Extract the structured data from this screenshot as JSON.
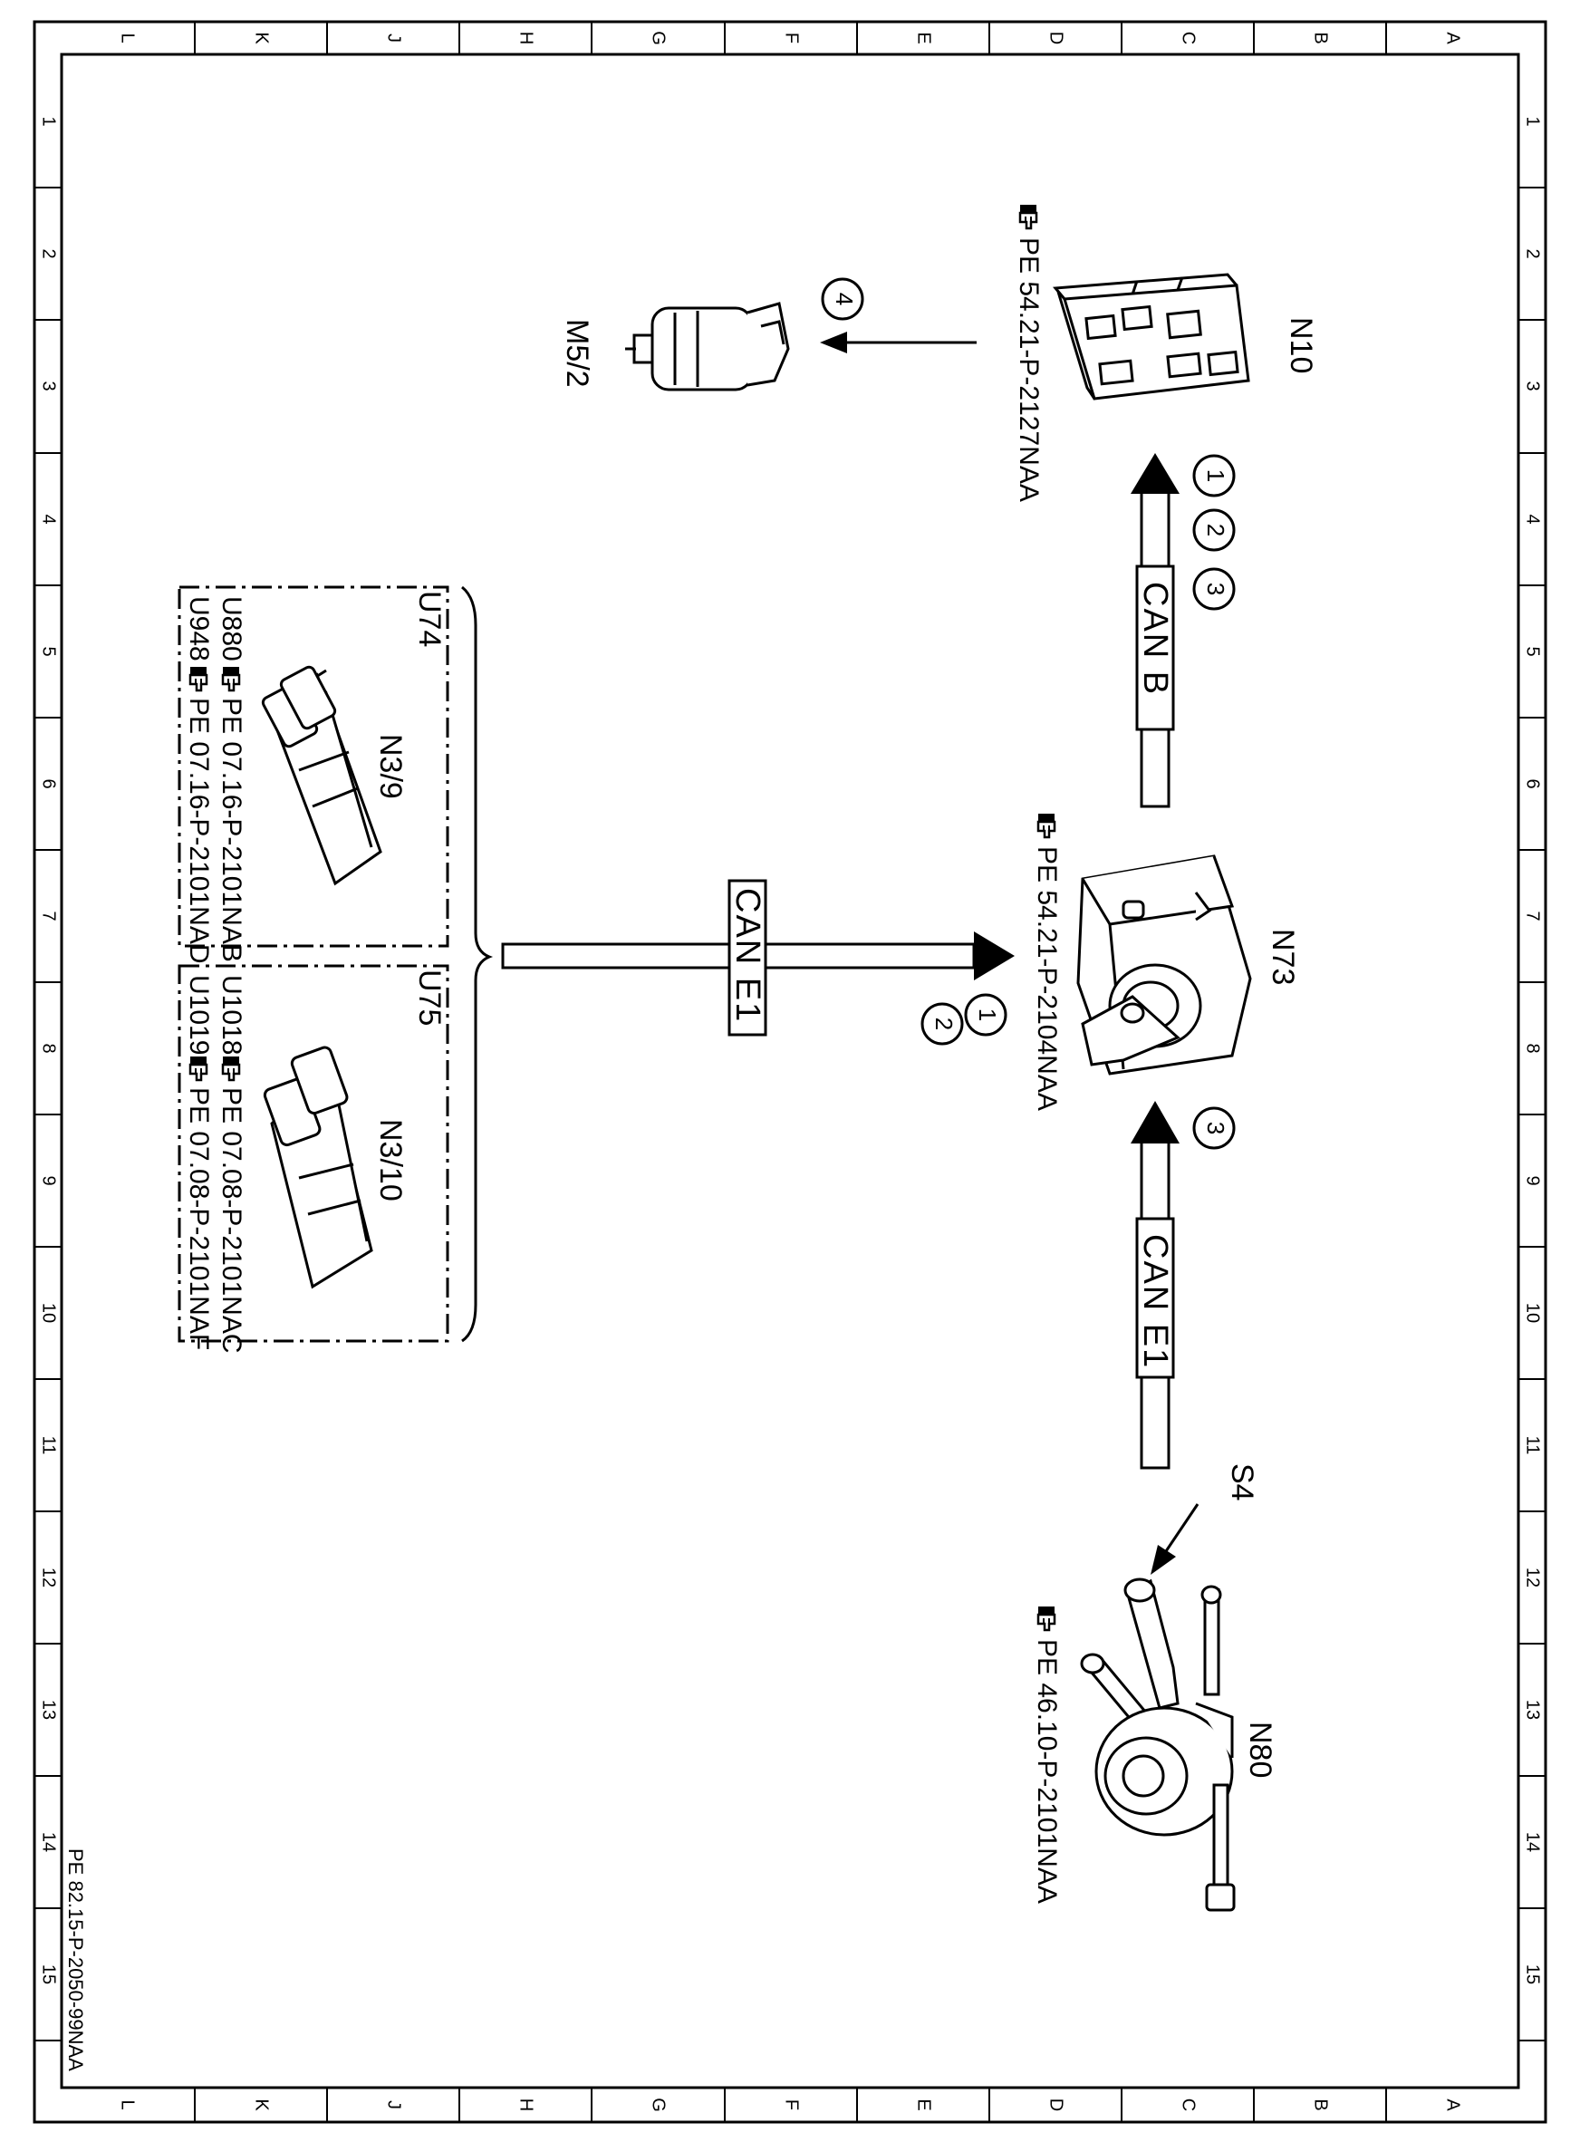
{
  "drawing": {
    "doc_id": "PE 82.15-P-2050-99NAA",
    "border_letters": [
      "L",
      "K",
      "J",
      "H",
      "G",
      "F",
      "E",
      "D",
      "C",
      "B",
      "A"
    ],
    "border_numbers": [
      "1",
      "2",
      "3",
      "4",
      "5",
      "6",
      "7",
      "8",
      "9",
      "10",
      "11",
      "12",
      "13",
      "14",
      "15"
    ]
  },
  "components": {
    "n10": {
      "label": "N10",
      "ref": "PE 54.21-P-2127NAA"
    },
    "m5_2": {
      "label": "M5/2"
    },
    "n73": {
      "label": "N73",
      "ref": "PE 54.21-P-2104NAA"
    },
    "n80": {
      "label": "N80",
      "ref": "PE 46.10-P-2101NAA"
    },
    "s4": {
      "label": "S4"
    },
    "n3_9": {
      "label": "N3/9"
    },
    "n3_10": {
      "label": "N3/10"
    },
    "u74": {
      "label": "U74",
      "lines": [
        {
          "code": "U880",
          "ref": "PE 07.16-P-2101NAB"
        },
        {
          "code": "U948",
          "ref": "PE 07.16-P-2101NAD"
        }
      ]
    },
    "u75": {
      "label": "U75",
      "lines": [
        {
          "code": "U1018",
          "ref": "PE 07.08-P-2101NAC"
        },
        {
          "code": "U1019",
          "ref": "PE 07.08-P-2101NAF"
        }
      ]
    }
  },
  "connections": {
    "can_b": {
      "label": "CAN B",
      "numbers": [
        "1",
        "2",
        "3"
      ]
    },
    "can_e1_lower": {
      "label": "CAN E1",
      "numbers": [
        "3"
      ]
    },
    "can_e1_left": {
      "label": "CAN E1",
      "numbers": [
        "1",
        "2"
      ]
    },
    "arrow_m5": {
      "numbers": [
        "4"
      ]
    }
  },
  "icons": {
    "ref_pointer": "hand-pointer-icon"
  }
}
